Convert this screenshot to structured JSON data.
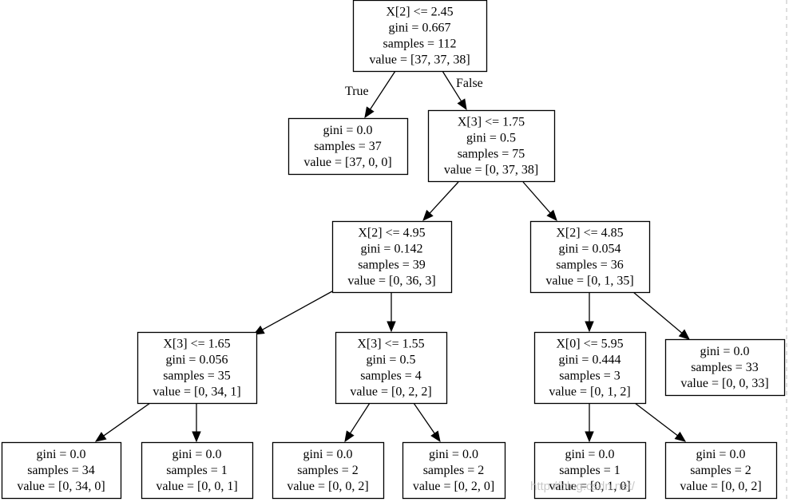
{
  "tree": {
    "nodes": [
      {
        "id": "n0",
        "lines": [
          "X[2] <= 2.45",
          "gini = 0.667",
          "samples = 112",
          "value = [37, 37, 38]"
        ]
      },
      {
        "id": "n1",
        "lines": [
          "gini = 0.0",
          "samples = 37",
          "value = [37, 0, 0]"
        ]
      },
      {
        "id": "n2",
        "lines": [
          "X[3] <= 1.75",
          "gini = 0.5",
          "samples = 75",
          "value = [0, 37, 38]"
        ]
      },
      {
        "id": "n3",
        "lines": [
          "X[2] <= 4.95",
          "gini = 0.142",
          "samples = 39",
          "value = [0, 36, 3]"
        ]
      },
      {
        "id": "n4",
        "lines": [
          "X[2] <= 4.85",
          "gini = 0.054",
          "samples = 36",
          "value = [0, 1, 35]"
        ]
      },
      {
        "id": "n5",
        "lines": [
          "X[3] <= 1.65",
          "gini = 0.056",
          "samples = 35",
          "value = [0, 34, 1]"
        ]
      },
      {
        "id": "n6",
        "lines": [
          "X[3] <= 1.55",
          "gini = 0.5",
          "samples = 4",
          "value = [0, 2, 2]"
        ]
      },
      {
        "id": "n7",
        "lines": [
          "X[0] <= 5.95",
          "gini = 0.444",
          "samples = 3",
          "value = [0, 1, 2]"
        ]
      },
      {
        "id": "n8",
        "lines": [
          "gini = 0.0",
          "samples = 33",
          "value = [0, 0, 33]"
        ]
      },
      {
        "id": "n9",
        "lines": [
          "gini = 0.0",
          "samples = 34",
          "value = [0, 34, 0]"
        ]
      },
      {
        "id": "n10",
        "lines": [
          "gini = 0.0",
          "samples = 1",
          "value = [0, 0, 1]"
        ]
      },
      {
        "id": "n11",
        "lines": [
          "gini = 0.0",
          "samples = 2",
          "value = [0, 0, 2]"
        ]
      },
      {
        "id": "n12",
        "lines": [
          "gini = 0.0",
          "samples = 2",
          "value = [0, 2, 0]"
        ]
      },
      {
        "id": "n13",
        "lines": [
          "gini = 0.0",
          "samples = 1",
          "value = [0, 1, 0]"
        ]
      },
      {
        "id": "n14",
        "lines": [
          "gini = 0.0",
          "samples = 2",
          "value = [0, 0, 2]"
        ]
      }
    ],
    "edges": [
      {
        "from": "n0",
        "to": "n1",
        "label": "True"
      },
      {
        "from": "n0",
        "to": "n2",
        "label": "False"
      },
      {
        "from": "n2",
        "to": "n3",
        "label": ""
      },
      {
        "from": "n2",
        "to": "n4",
        "label": ""
      },
      {
        "from": "n3",
        "to": "n5",
        "label": ""
      },
      {
        "from": "n3",
        "to": "n6",
        "label": ""
      },
      {
        "from": "n4",
        "to": "n7",
        "label": ""
      },
      {
        "from": "n4",
        "to": "n8",
        "label": ""
      },
      {
        "from": "n5",
        "to": "n9",
        "label": ""
      },
      {
        "from": "n5",
        "to": "n10",
        "label": ""
      },
      {
        "from": "n6",
        "to": "n11",
        "label": ""
      },
      {
        "from": "n6",
        "to": "n12",
        "label": ""
      },
      {
        "from": "n7",
        "to": "n13",
        "label": ""
      },
      {
        "from": "n7",
        "to": "n14",
        "label": ""
      }
    ]
  },
  "watermark": "http://blog.csdn.net/"
}
